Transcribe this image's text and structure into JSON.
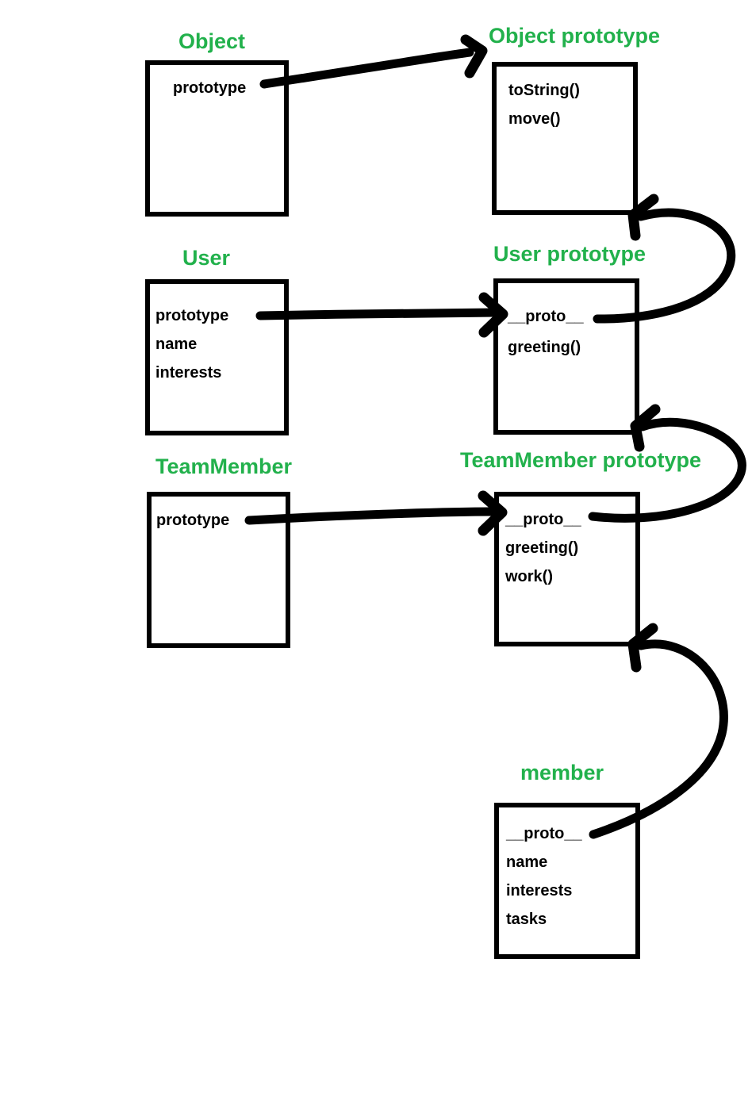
{
  "diagram": {
    "heading_color": "#22b14c",
    "line_color": "#000000",
    "nodes": [
      {
        "id": "object",
        "title": "Object",
        "items": [
          "prototype"
        ]
      },
      {
        "id": "object-prototype",
        "title": "Object prototype",
        "items": [
          "toString()",
          "move()"
        ]
      },
      {
        "id": "user",
        "title": "User",
        "items": [
          "prototype",
          "name",
          "interests"
        ]
      },
      {
        "id": "user-prototype",
        "title": "User prototype",
        "items": [
          "__proto__",
          "greeting()"
        ]
      },
      {
        "id": "teammember",
        "title": "TeamMember",
        "items": [
          "prototype"
        ]
      },
      {
        "id": "teammember-prototype",
        "title": "TeamMember prototype",
        "items": [
          "__proto__",
          "greeting()",
          "work()"
        ]
      },
      {
        "id": "member",
        "title": "member",
        "items": [
          "__proto__",
          "name",
          "interests",
          "tasks"
        ]
      }
    ],
    "edges": [
      {
        "from": "Object.prototype",
        "to": "Object prototype"
      },
      {
        "from": "User.prototype",
        "to": "User prototype"
      },
      {
        "from": "TeamMember.prototype",
        "to": "TeamMember prototype"
      },
      {
        "from": "User prototype.__proto__",
        "to": "Object prototype"
      },
      {
        "from": "TeamMember prototype.__proto__",
        "to": "User prototype"
      },
      {
        "from": "member.__proto__",
        "to": "TeamMember prototype"
      }
    ]
  }
}
